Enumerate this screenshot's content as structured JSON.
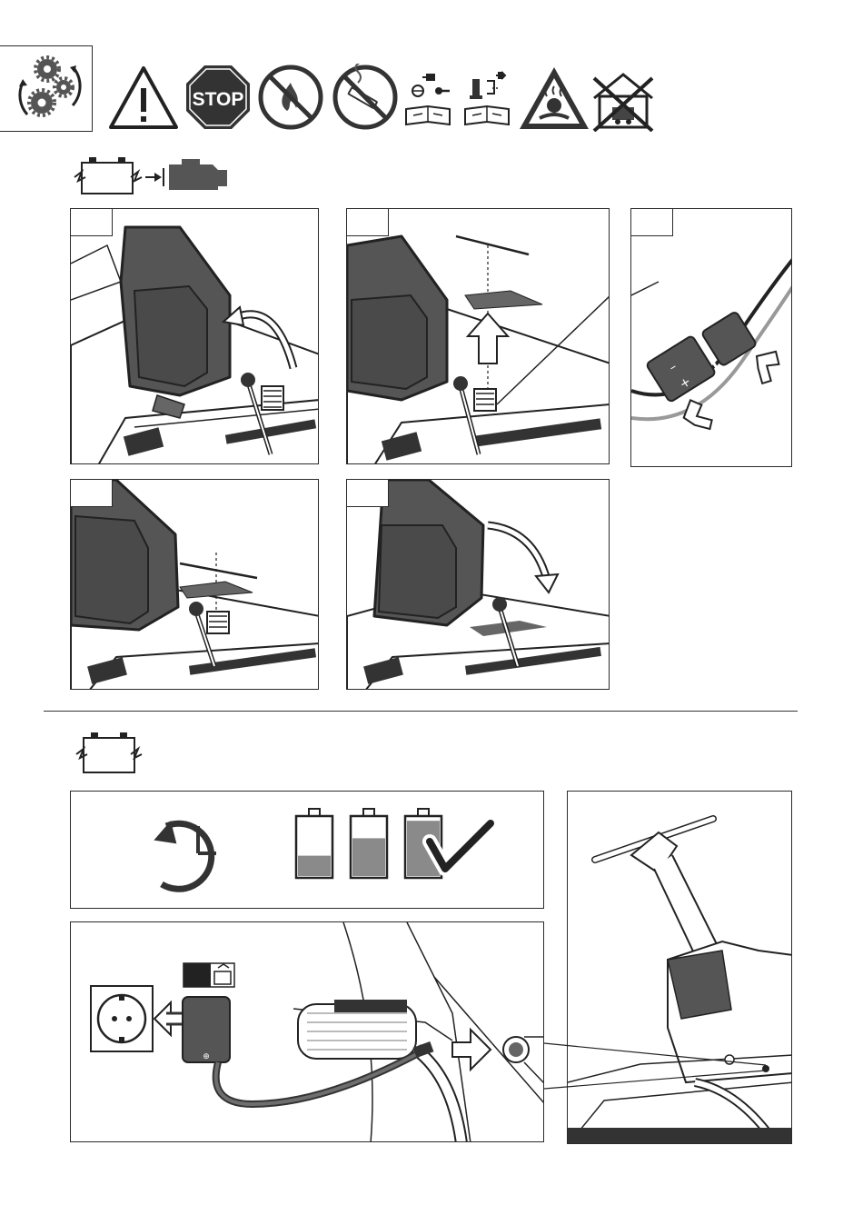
{
  "header": {
    "gear_icon": "maintenance-gears-icon",
    "warning_icons": [
      {
        "icon": "warning-triangle-icon"
      },
      {
        "icon": "stop-sign-icon",
        "label": "STOP"
      },
      {
        "icon": "no-fire-icon"
      },
      {
        "icon": "no-smoking-icon"
      },
      {
        "icon": "remove-key-read-manual-icon"
      },
      {
        "icon": "remove-spark-plug-read-manual-icon"
      },
      {
        "icon": "hot-fumes-hazard-icon"
      },
      {
        "icon": "no-indoor-use-icon"
      }
    ]
  },
  "section_disconnect": {
    "icon": "battery-to-engine-icon",
    "steps": [
      {
        "id": 1,
        "label": ""
      },
      {
        "id": 2,
        "label": ""
      },
      {
        "id": 3,
        "label": ""
      },
      {
        "id": 4,
        "label": ""
      },
      {
        "id": 5,
        "label": ""
      }
    ],
    "connector_signs": {
      "minus": "–",
      "plus": "+"
    }
  },
  "section_charge": {
    "icon": "battery-charge-icon",
    "charge_levels": [
      0.35,
      0.65,
      0.95
    ],
    "colors": {
      "battery_fill": "#8a8a8a",
      "housing": "#5a5a5a",
      "cable": "#6e6e6e"
    },
    "icons": [
      "clock-timer-icon",
      "battery-low-icon",
      "battery-mid-icon",
      "battery-full-icon",
      "checkmark-icon",
      "wall-socket-icon",
      "charger-plug-icon",
      "charger-box-icon",
      "charging-port-icon",
      "arrow-right-icon"
    ]
  }
}
